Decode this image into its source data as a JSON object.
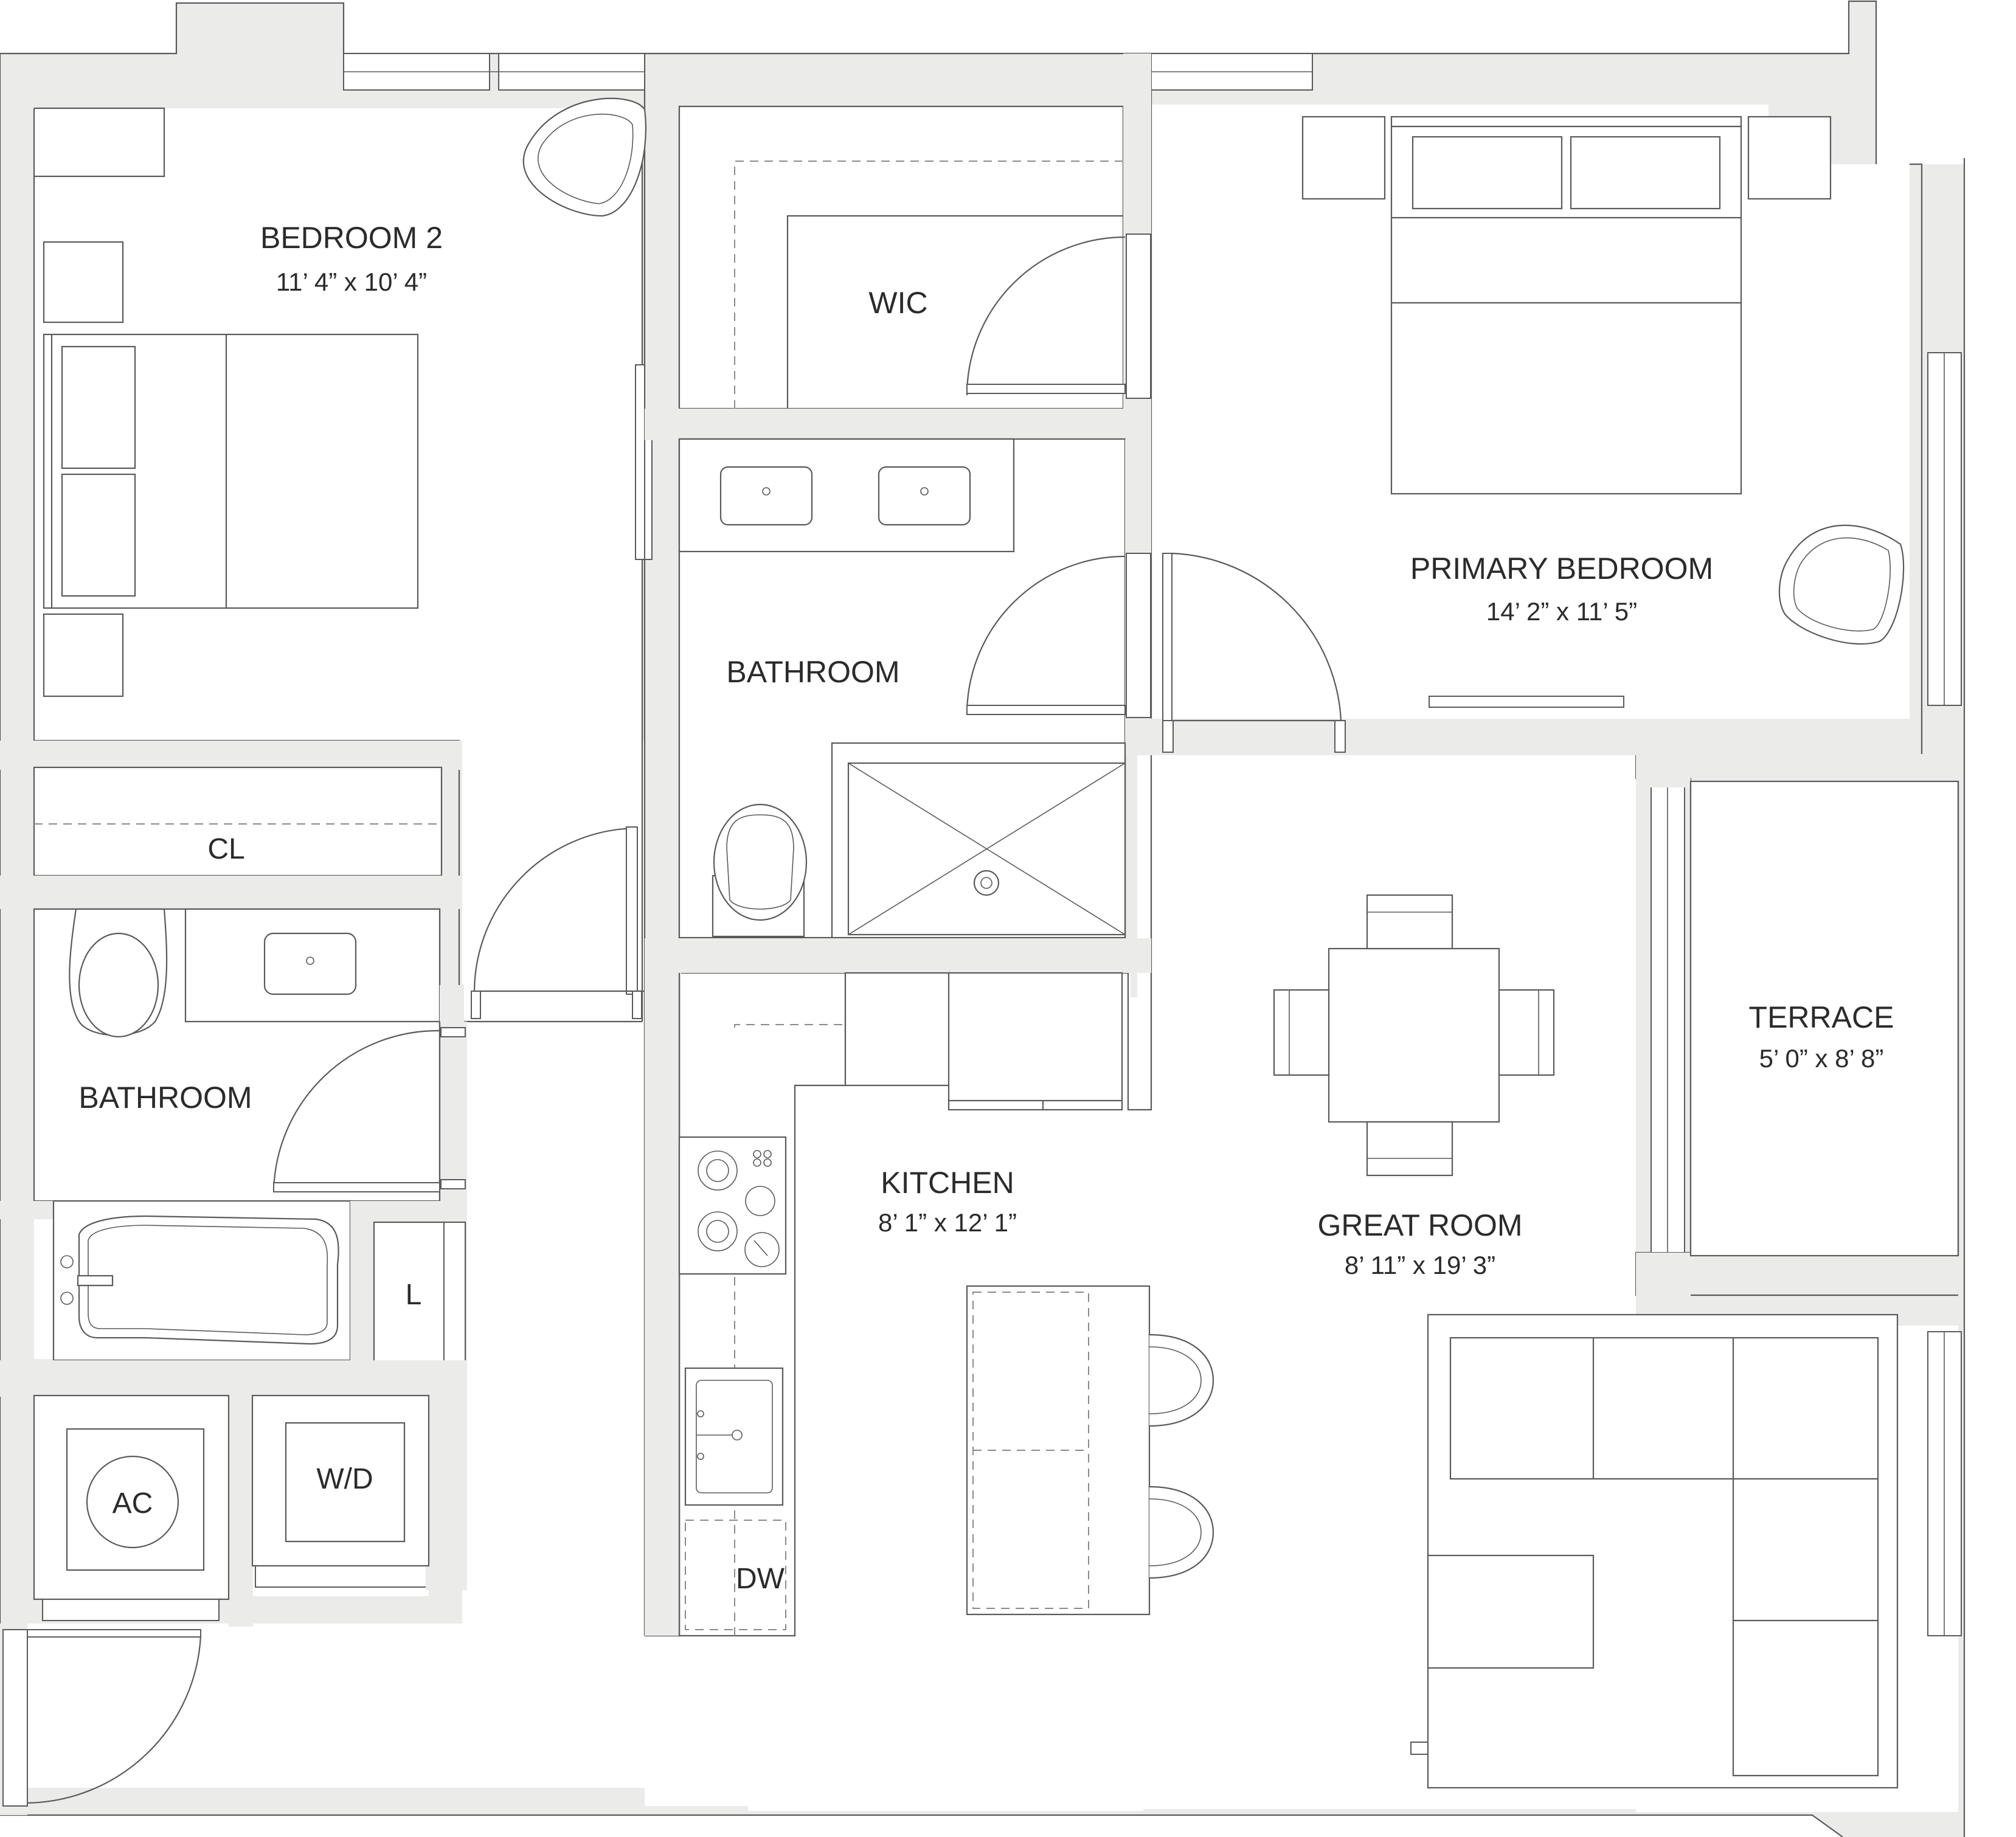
{
  "plan": {
    "rooms": {
      "bedroom2": {
        "name": "BEDROOM 2",
        "dims": "11’ 4” x 10’ 4”"
      },
      "wic": {
        "name": "WIC"
      },
      "primary": {
        "name": "PRIMARY BEDROOM",
        "dims": "14’ 2” x 11’ 5”"
      },
      "bath1": {
        "name": "BATHROOM"
      },
      "cl": {
        "name": "CL"
      },
      "bath2": {
        "name": "BATHROOM"
      },
      "terrace": {
        "name": "TERRACE",
        "dims": "5’ 0” x 8’ 8”"
      },
      "kitchen": {
        "name": "KITCHEN",
        "dims": "8’ 1” x 12’ 1”"
      },
      "great": {
        "name": "GREAT ROOM",
        "dims": "8’ 11” x 19’ 3”"
      },
      "linen": {
        "name": "L"
      },
      "ac": {
        "name": "AC"
      },
      "wd": {
        "name": "W/D"
      },
      "dw": {
        "name": "DW"
      }
    }
  }
}
